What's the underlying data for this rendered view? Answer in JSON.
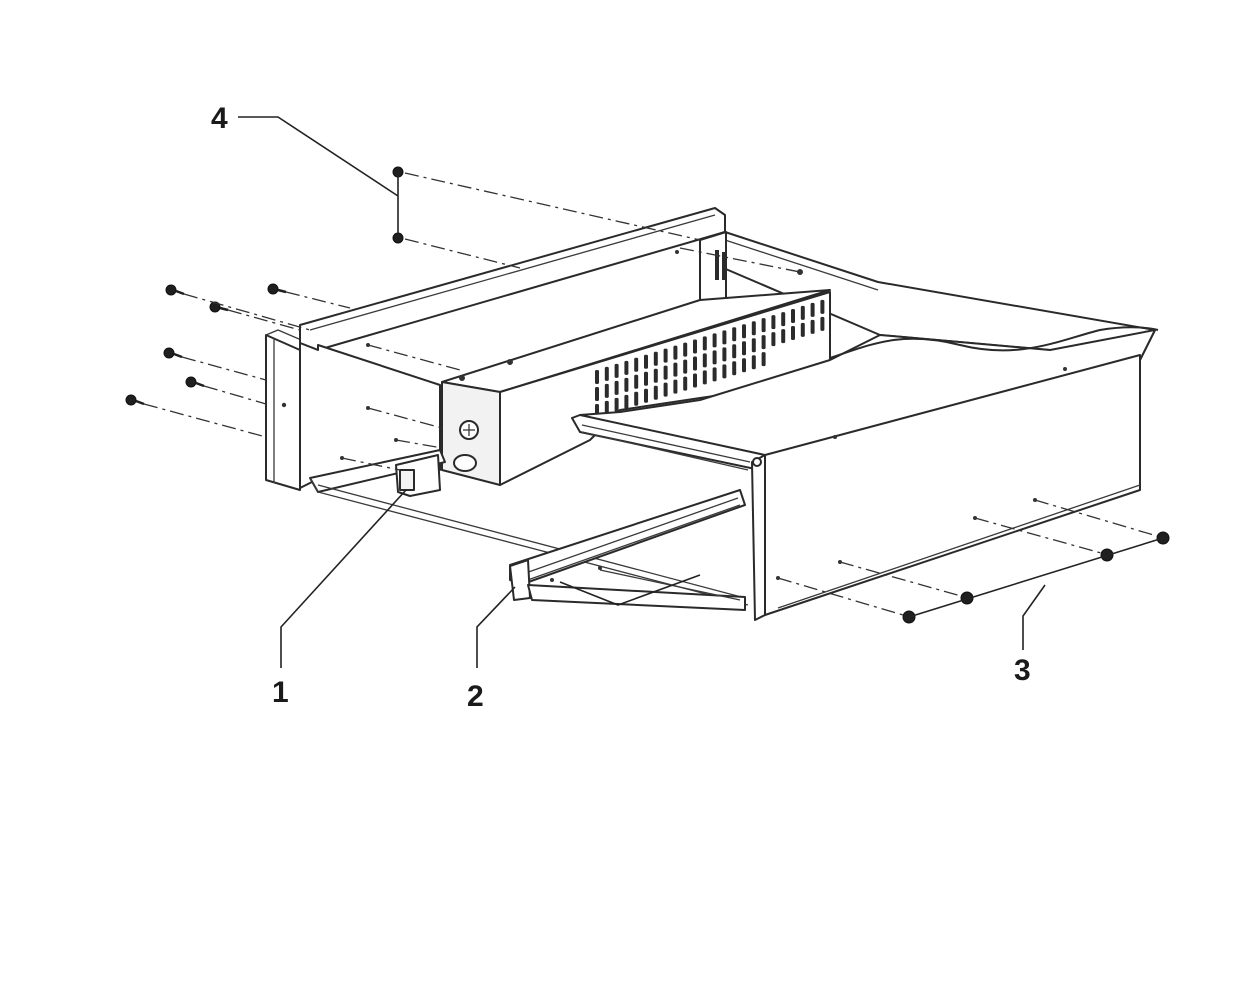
{
  "callouts": [
    {
      "id": "1",
      "label": "1",
      "part": "slide-rail-left"
    },
    {
      "id": "2",
      "label": "2",
      "part": "slide-rail-right"
    },
    {
      "id": "3",
      "label": "3",
      "part": "drawer-side-screws"
    },
    {
      "id": "4",
      "label": "4",
      "part": "rear-panel-screws"
    }
  ],
  "colors": {
    "line": "#2a2a2a",
    "background": "#ffffff",
    "vent": "#2b2b2b"
  }
}
